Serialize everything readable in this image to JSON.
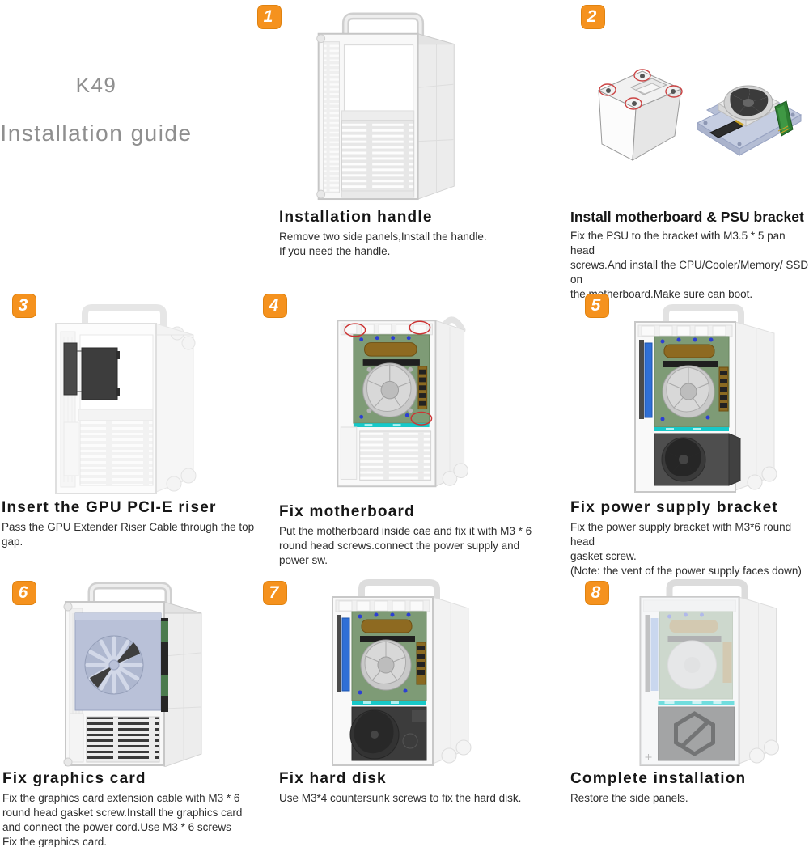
{
  "page_title": {
    "line1": "K49",
    "line2": "Installation guide"
  },
  "accent_color": "#F5921E",
  "highlight_color": "#cc3333",
  "steps": [
    {
      "number": "1",
      "title": "Installation handle",
      "body": "Remove two side panels,Install the handle.\nIf you need the handle.",
      "image": "open-case-with-handle"
    },
    {
      "number": "2",
      "title": "Install motherboard & PSU bracket",
      "body": "Fix the PSU to the bracket with M3.5 * 5 pan head\nscrews.And install the CPU/Cooler/Memory/ SSD on\nthe motherboard.Make sure can boot.",
      "image": "psu-bracket-and-motherboard"
    },
    {
      "number": "3",
      "title": "Insert the GPU PCI-E riser",
      "body": "Pass the GPU Extender Riser Cable through the top\ngap.",
      "image": "case-with-gpu-riser"
    },
    {
      "number": "4",
      "title": "Fix motherboard",
      "body": "Put the motherboard inside cae and fix it with M3 * 6\nround head screws.connect the power supply and\npower sw.",
      "image": "case-with-motherboard"
    },
    {
      "number": "5",
      "title": "Fix power supply bracket",
      "body": "Fix the power supply bracket with M3*6 round head\ngasket screw.\n(Note: the vent of the power supply faces down)",
      "image": "case-with-power-supply"
    },
    {
      "number": "6",
      "title": "Fix graphics card",
      "body": "Fix the graphics card extension cable with M3 * 6\nround head gasket screw.Install the graphics card\nand connect the power cord.Use M3 * 6 screws\nFix the graphics card.",
      "image": "case-with-graphics-card"
    },
    {
      "number": "7",
      "title": "Fix hard disk",
      "body": "Use M3*4 countersunk screws to fix the hard disk.",
      "image": "case-with-hard-disk"
    },
    {
      "number": "8",
      "title": "Complete installation",
      "body": "Restore the side panels.",
      "image": "complete-case-with-panels"
    }
  ]
}
